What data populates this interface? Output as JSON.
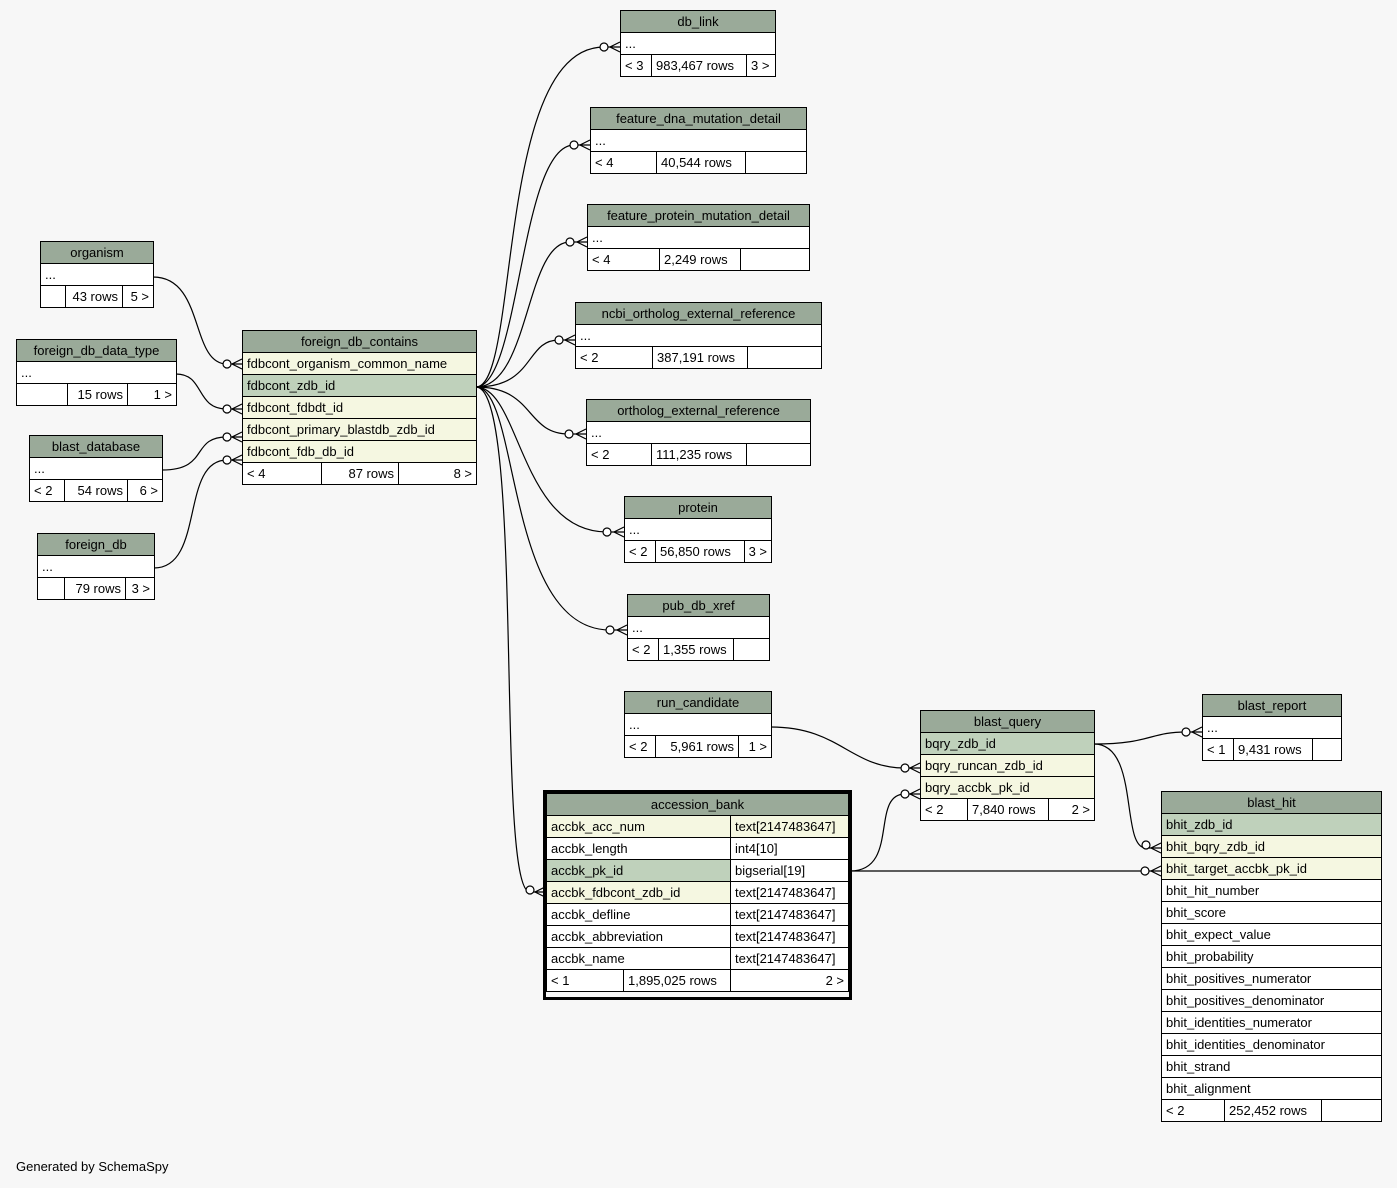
{
  "footer": "Generated by SchemaSpy",
  "tables": {
    "organism": {
      "name": "organism",
      "ellipsis": "...",
      "stats": [
        "",
        "43 rows",
        "5 >"
      ]
    },
    "foreign_db_data_type": {
      "name": "foreign_db_data_type",
      "ellipsis": "...",
      "stats": [
        "",
        "15 rows",
        "1 >"
      ]
    },
    "blast_database": {
      "name": "blast_database",
      "ellipsis": "...",
      "stats": [
        "< 2",
        "54 rows",
        "6 >"
      ]
    },
    "foreign_db": {
      "name": "foreign_db",
      "ellipsis": "...",
      "stats": [
        "",
        "79 rows",
        "3 >"
      ]
    },
    "foreign_db_contains": {
      "name": "foreign_db_contains",
      "columns": [
        "fdbcont_organism_common_name",
        "fdbcont_zdb_id",
        "fdbcont_fdbdt_id",
        "fdbcont_primary_blastdb_zdb_id",
        "fdbcont_fdb_db_id"
      ],
      "stats": [
        "< 4",
        "87 rows",
        "8 >"
      ]
    },
    "db_link": {
      "name": "db_link",
      "ellipsis": "...",
      "stats": [
        "< 3",
        "983,467 rows",
        "3 >"
      ]
    },
    "feature_dna_mutation_detail": {
      "name": "feature_dna_mutation_detail",
      "ellipsis": "...",
      "stats": [
        "< 4",
        "40,544 rows",
        ""
      ]
    },
    "feature_protein_mutation_detail": {
      "name": "feature_protein_mutation_detail",
      "ellipsis": "...",
      "stats": [
        "< 4",
        "2,249 rows",
        ""
      ]
    },
    "ncbi_ortholog_external_reference": {
      "name": "ncbi_ortholog_external_reference",
      "ellipsis": "...",
      "stats": [
        "< 2",
        "387,191 rows",
        ""
      ]
    },
    "ortholog_external_reference": {
      "name": "ortholog_external_reference",
      "ellipsis": "...",
      "stats": [
        "< 2",
        "111,235 rows",
        ""
      ]
    },
    "protein": {
      "name": "protein",
      "ellipsis": "...",
      "stats": [
        "< 2",
        "56,850 rows",
        "3 >"
      ]
    },
    "pub_db_xref": {
      "name": "pub_db_xref",
      "ellipsis": "...",
      "stats": [
        "< 2",
        "1,355 rows",
        ""
      ]
    },
    "run_candidate": {
      "name": "run_candidate",
      "ellipsis": "...",
      "stats": [
        "< 2",
        "5,961 rows",
        "1 >"
      ]
    },
    "accession_bank": {
      "name": "accession_bank",
      "columns": [
        {
          "name": "accbk_acc_num",
          "type": "text[2147483647]"
        },
        {
          "name": "accbk_length",
          "type": "int4[10]"
        },
        {
          "name": "accbk_pk_id",
          "type": "bigserial[19]"
        },
        {
          "name": "accbk_fdbcont_zdb_id",
          "type": "text[2147483647]"
        },
        {
          "name": "accbk_defline",
          "type": "text[2147483647]"
        },
        {
          "name": "accbk_abbreviation",
          "type": "text[2147483647]"
        },
        {
          "name": "accbk_name",
          "type": "text[2147483647]"
        }
      ],
      "stats": [
        "< 1",
        "1,895,025 rows",
        "2 >"
      ]
    },
    "blast_query": {
      "name": "blast_query",
      "columns": [
        "bqry_zdb_id",
        "bqry_runcan_zdb_id",
        "bqry_accbk_pk_id"
      ],
      "stats": [
        "< 2",
        "7,840 rows",
        "2 >"
      ]
    },
    "blast_report": {
      "name": "blast_report",
      "ellipsis": "...",
      "stats": [
        "< 1",
        "9,431 rows",
        ""
      ]
    },
    "blast_hit": {
      "name": "blast_hit",
      "columns": [
        "bhit_zdb_id",
        "bhit_bqry_zdb_id",
        "bhit_target_accbk_pk_id",
        "bhit_hit_number",
        "bhit_score",
        "bhit_expect_value",
        "bhit_probability",
        "bhit_positives_numerator",
        "bhit_positives_denominator",
        "bhit_identities_numerator",
        "bhit_identities_denominator",
        "bhit_strand",
        "bhit_alignment"
      ],
      "stats": [
        "< 2",
        "252,452 rows",
        ""
      ]
    }
  }
}
